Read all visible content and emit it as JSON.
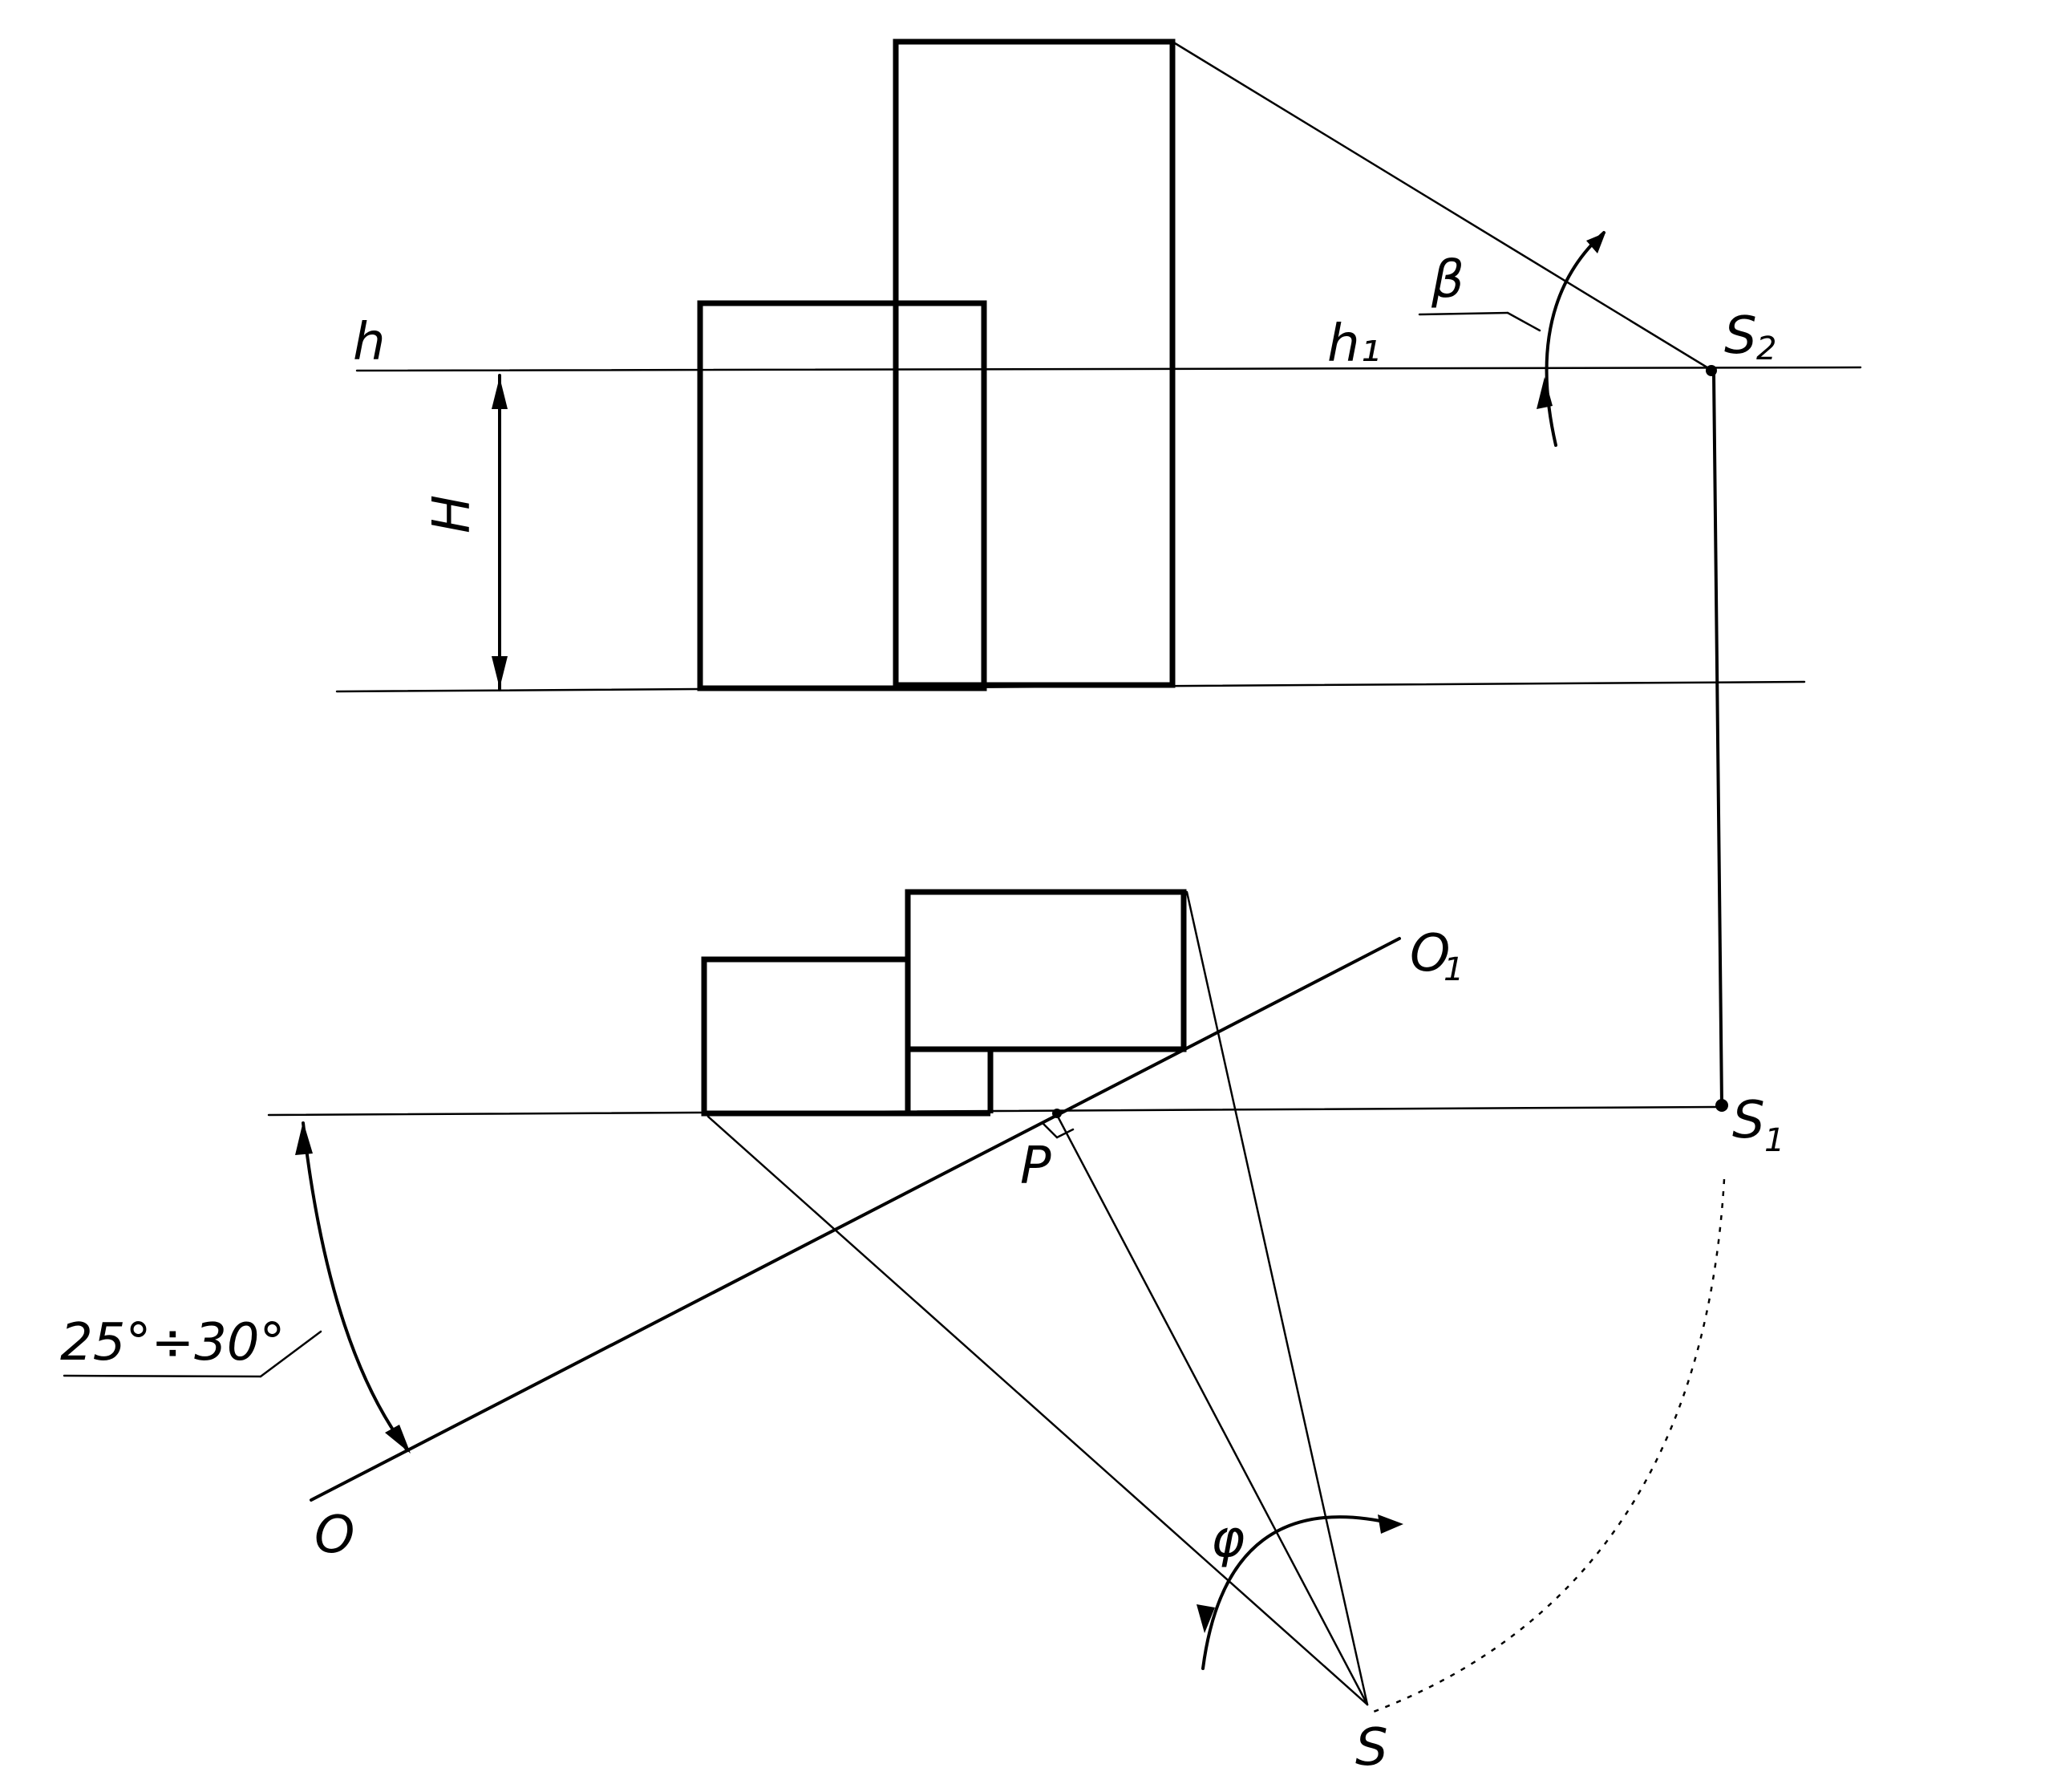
{
  "labels": {
    "h": "h",
    "h1": "h₁",
    "beta": "β",
    "s2_main": "S",
    "s2_sub": "2",
    "H": "H",
    "o1_main": "O",
    "o1_sub": "1",
    "s1_main": "S",
    "s1_sub": "1",
    "p": "P",
    "angle_text": "25°÷30°",
    "o": "O",
    "phi": "φ",
    "s": "S"
  }
}
